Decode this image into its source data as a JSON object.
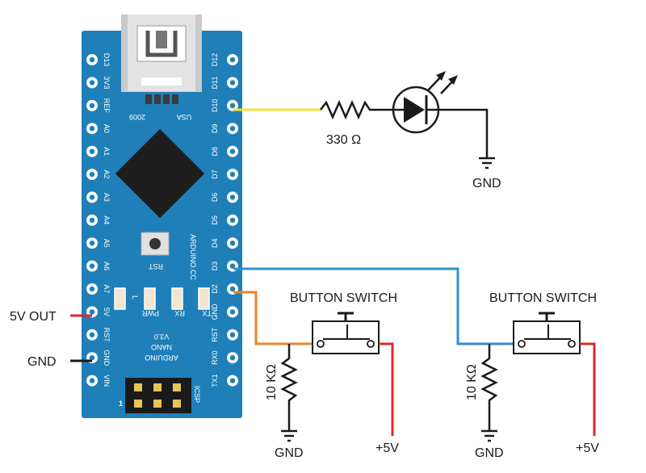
{
  "board": {
    "left_pins": [
      "D13",
      "3V3",
      "REF",
      "A0",
      "A1",
      "A2",
      "A3",
      "A4",
      "A5",
      "A6",
      "A7",
      "5V",
      "RST",
      "GND",
      "VIN"
    ],
    "right_pins": [
      "D12",
      "D11",
      "D10",
      "D9",
      "D8",
      "D7",
      "D6",
      "D5",
      "D4",
      "D3",
      "D2",
      "GND",
      "RST",
      "RX0",
      "TX1"
    ],
    "usb_label": "USA",
    "year_label": "2009",
    "rst_label": "RST",
    "brand_side": "ARDUINO.CC",
    "name_line1": "ARDUINO",
    "name_line2": "NANO",
    "version": "V3.0",
    "led_labels": [
      "L",
      "PWR",
      "RX",
      "TX"
    ],
    "icsp_label": "ICSP",
    "icsp_num": "1"
  },
  "external": {
    "out_5v": "5V OUT",
    "gnd": "GND"
  },
  "led_circuit": {
    "resistor": "330 Ω",
    "gnd": "GND"
  },
  "button_left": {
    "title": "BUTTON SWITCH",
    "resistor": "10 KΩ",
    "gnd": "GND",
    "supply": "+5V"
  },
  "button_right": {
    "title": "BUTTON SWITCH",
    "resistor": "10 KΩ",
    "gnd": "GND",
    "supply": "+5V"
  },
  "colors": {
    "board": "#1f7fb8",
    "wire_yellow": "#f5e23b",
    "wire_blue": "#2f8fcf",
    "wire_orange": "#e8862a",
    "wire_red": "#d8282d",
    "wire_black": "#1a1a1a"
  }
}
